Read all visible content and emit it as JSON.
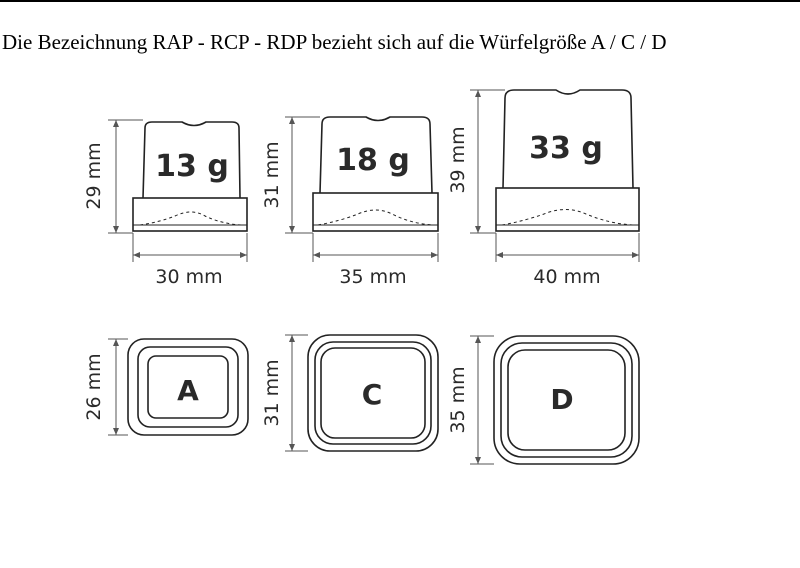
{
  "caption": "Die Bezeichnung RAP - RCP - RDP bezieht sich auf die Würfelgröße A / C / D",
  "cubes": [
    {
      "weight": "13 g",
      "height": "29 mm",
      "width": "30 mm",
      "letter": "A",
      "depth": "26 mm"
    },
    {
      "weight": "18 g",
      "height": "31 mm",
      "width": "35 mm",
      "letter": "C",
      "depth": "31 mm"
    },
    {
      "weight": "33 g",
      "height": "39 mm",
      "width": "40 mm",
      "letter": "D",
      "depth": "35 mm"
    }
  ],
  "colors": {
    "line": "#222222",
    "dim": "#555555",
    "text": "#2a2a2a"
  }
}
